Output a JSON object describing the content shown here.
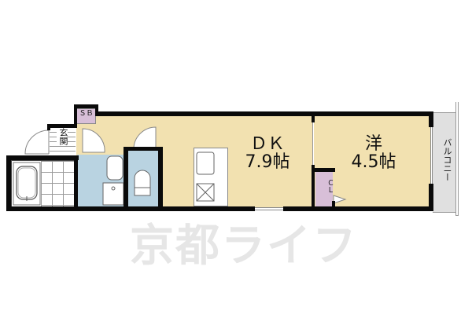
{
  "floorplan": {
    "watermark": "京都ライフ",
    "colors": {
      "main_floor": "#f2e1b0",
      "wet_area": "#b9d3e1",
      "storage": "#d8bfd8",
      "balcony": "#e0e0e0",
      "wall": "#0a0a0a",
      "watermark": "#e6e6e6"
    },
    "rooms": {
      "dk": {
        "name": "ＤＫ",
        "size": "7.9帖"
      },
      "western": {
        "name": "洋",
        "size": "4.5帖"
      },
      "entrance": {
        "name": "玄関"
      },
      "shoe_box": {
        "name": "ＳＢ"
      },
      "closet": {
        "name": "ＣＬ"
      },
      "balcony": {
        "name": "バルコニー"
      }
    },
    "fixtures": [
      "bathtub-icon",
      "washbasin-icon",
      "washing-machine-pan-icon",
      "toilet-icon",
      "kitchen-sink-icon",
      "stove-icon"
    ]
  }
}
